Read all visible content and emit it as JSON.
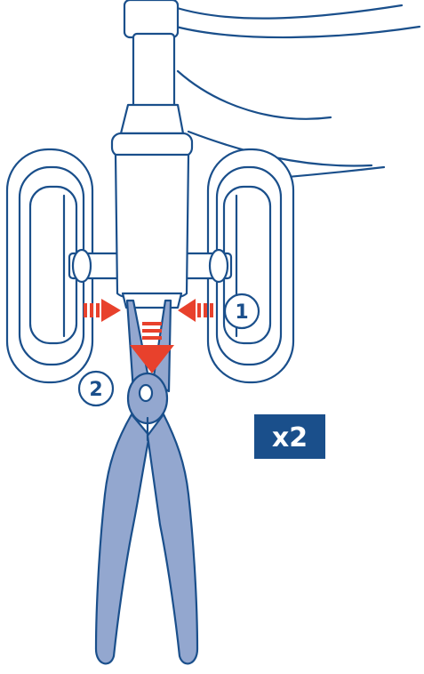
{
  "steps": {
    "step1_label": "1",
    "step2_label": "2"
  },
  "badge": {
    "label": "x2"
  },
  "colors": {
    "outline": "#1a4f8b",
    "arrow": "#e8412c",
    "plier_fill": "#93a7cf",
    "badge_bg": "#1a4f8b",
    "badge_text": "#ffffff"
  },
  "icons": {
    "tool": "pliers-icon",
    "squeeze_arrows": "arrow-right-icon",
    "pull_arrow": "arrow-down-icon"
  }
}
